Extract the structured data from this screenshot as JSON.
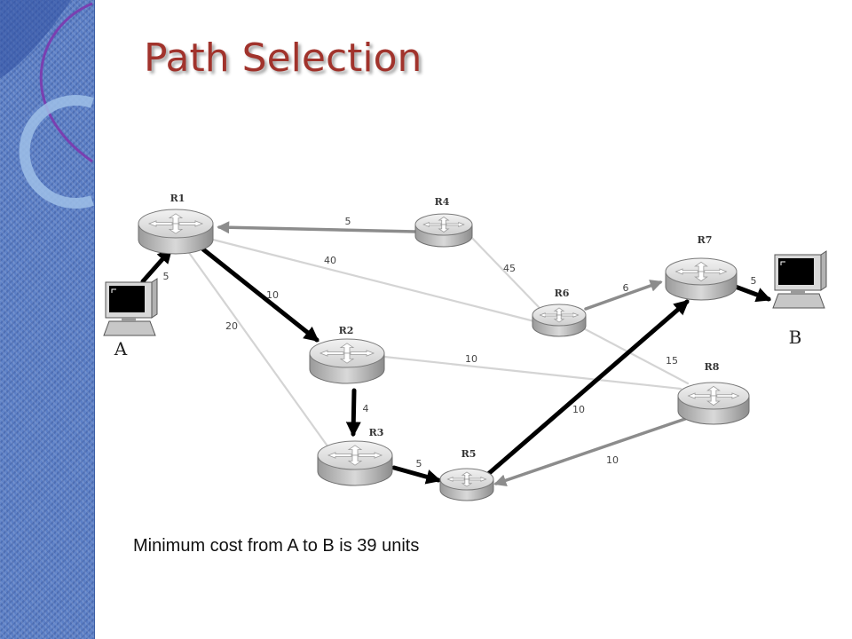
{
  "title": "Path Selection",
  "caption": "Minimum cost from A to B is 39 units",
  "routers": [
    {
      "id": "R1",
      "label": "R1"
    },
    {
      "id": "R2",
      "label": "R2"
    },
    {
      "id": "R3",
      "label": "R3"
    },
    {
      "id": "R4",
      "label": "R4"
    },
    {
      "id": "R5",
      "label": "R5"
    },
    {
      "id": "R6",
      "label": "R6"
    },
    {
      "id": "R7",
      "label": "R7"
    },
    {
      "id": "R8",
      "label": "R8"
    }
  ],
  "hosts": [
    {
      "id": "A",
      "label": "A"
    },
    {
      "id": "B",
      "label": "B"
    }
  ],
  "links": [
    {
      "from": "R1",
      "to": "R2",
      "cost": "10",
      "style": "path"
    },
    {
      "from": "R1",
      "to": "R3",
      "cost": "20",
      "style": "plain"
    },
    {
      "from": "R1",
      "to": "R6",
      "cost": "40",
      "style": "plain"
    },
    {
      "from": "R4",
      "to": "R1",
      "cost": "5",
      "style": "arrow"
    },
    {
      "from": "R4",
      "to": "R6",
      "cost": "45",
      "style": "plain"
    },
    {
      "from": "R6",
      "to": "R7",
      "cost": "6",
      "style": "arrow"
    },
    {
      "from": "R6",
      "to": "R8",
      "cost": "15",
      "style": "plain"
    },
    {
      "from": "R2",
      "to": "R8",
      "cost": "10",
      "style": "plain"
    },
    {
      "from": "R8",
      "to": "R5",
      "cost": "10",
      "style": "arrow"
    },
    {
      "from": "R2",
      "to": "R3",
      "cost": "4",
      "style": "path"
    },
    {
      "from": "R3",
      "to": "R5",
      "cost": "5",
      "style": "path"
    },
    {
      "from": "R5",
      "to": "R7",
      "cost": "10",
      "style": "path"
    },
    {
      "from": "A",
      "to": "R1",
      "cost": "5",
      "style": "path"
    },
    {
      "from": "R7",
      "to": "B",
      "cost": "5",
      "style": "path"
    }
  ]
}
